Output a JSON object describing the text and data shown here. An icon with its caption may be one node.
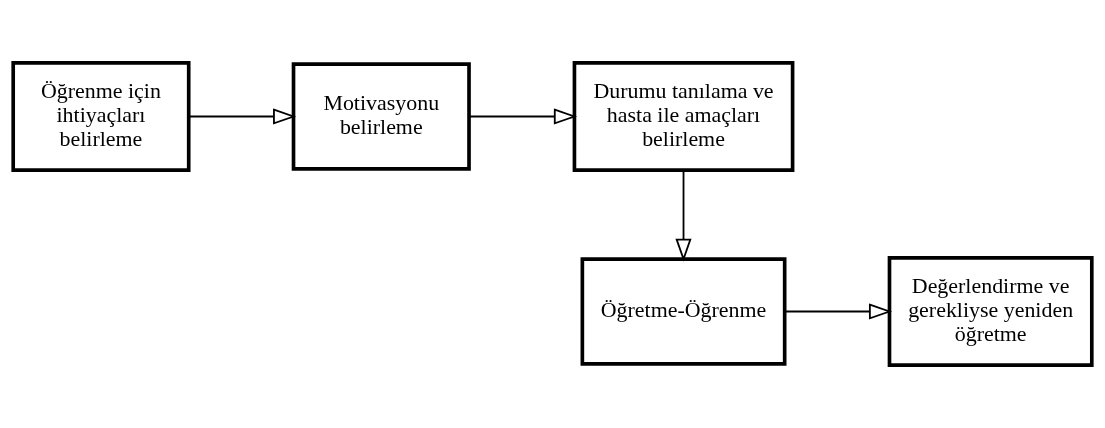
{
  "diagram": {
    "nodes": [
      {
        "text": [
          "Öğrenme için ihtiyaçları belirleme"
        ]
      },
      {
        "text": [
          "Motivasyonu belirleme"
        ]
      },
      {
        "text": [
          "Durumu tanılama ve hasta ile amaçları belirleme"
        ]
      },
      {
        "text": [
          "Öğretme-Öğrenme"
        ]
      },
      {
        "text": [
          "Değerlendirme ve gerekliyse yeniden öğretme"
        ]
      }
    ],
    "edges": [
      {
        "from": 0,
        "to": 1,
        "arrow": "to"
      },
      {
        "from": 1,
        "to": 2,
        "arrow": "to"
      },
      {
        "from": 2,
        "to": 3,
        "arrow": "to"
      },
      {
        "from": 3,
        "to": 4,
        "arrow": "to"
      }
    ]
  }
}
